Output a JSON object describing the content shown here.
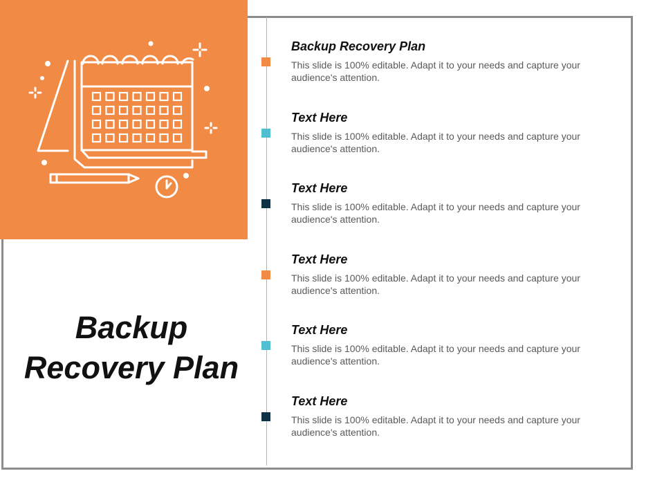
{
  "title": {
    "line1": "Backup",
    "line2": "Recovery Plan"
  },
  "items": [
    {
      "title": "Backup Recovery Plan",
      "desc": "This slide is 100% editable. Adapt it to your needs and capture your audience's attention.",
      "color": "#f18a45"
    },
    {
      "title": "Text Here",
      "desc": "This slide is 100% editable. Adapt it to your needs and capture your audience's attention.",
      "color": "#4fc0d0"
    },
    {
      "title": "Text Here",
      "desc": "This slide is 100% editable. Adapt it to your needs and capture your audience's attention.",
      "color": "#0f3345"
    },
    {
      "title": "Text Here",
      "desc": "This slide is 100% editable. Adapt it to your needs and capture your audience's attention.",
      "color": "#f18a45"
    },
    {
      "title": "Text Here",
      "desc": "This slide is 100% editable. Adapt it to your needs and capture your audience's attention.",
      "color": "#4fc0d0"
    },
    {
      "title": "Text Here",
      "desc": "This slide is 100% editable. Adapt it to your needs and capture your audience's attention.",
      "color": "#0f3345"
    }
  ],
  "colors": {
    "accent": "#f18a45",
    "teal": "#4fc0d0",
    "navy": "#0f3345"
  },
  "icons": {
    "hero": "calendar-icon"
  }
}
